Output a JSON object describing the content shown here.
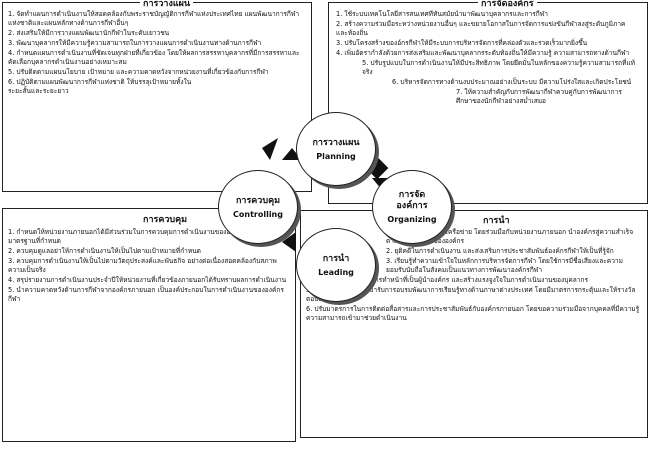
{
  "planning_box": {
    "title": "การวางแผน",
    "items": [
      "1. จัดทำแผนการดำเนินงานให้สอดคล้องกับพระราชบัญญัติการกีฬาแห่งประเทศไทย แผนพัฒนาการกีฬาแห่งชาติและแผนหลักทางด้านการกีฬาอื่นๆ",
      "2. ส่งเสริมให้มีการวางแผนพัฒนานักกีฬาในระดับเยาวชน",
      "3. พัฒนาบุคลากรให้มีความรู้ความสามารถในการวางแผนการดำเนินงานทางด้านการกีฬา",
      "4. กำหนดแผนการดำเนินงานที่ชัดเจนทุกฝ่ายที่เกี่ยวข้อง โดยให้ผลการสรรหาบุคลากรที่มีการสรรหาและคัดเลือกบุคลากรดำเนินงานอย่างเหมาะสม",
      "5. ปรับติดตามแผนนโยบาย เป้าหมาย และความคาดหวังจากหน่วยงานที่เกี่ยวข้องกับการกีฬา",
      "6. ปฏิบัติตามแผนพัฒนาการกีฬาแห่งชาติ ให้บรรลุเป้าหมายทั้งในระยะสั้นและระยะยาว"
    ]
  },
  "organizing_box": {
    "title": "การจัดองค์กร",
    "items": [
      "1. ใช้ระบบเทคโนโลยีสารสนเทศที่ทันสมัยนำมาพัฒนาบุคลากรและการกีฬา",
      "2. สร้างความร่วมมือระหว่างหน่วยงานอื่นๆ และขยายโอกาสในการจัดการแข่งขันกีฬาลงสู่ระดับภูมิภาคและท้องถิ่น",
      "3. ปรับโครงสร้างของอ์กรกีฬาให้มีระบบการบริหารจัดการที่คล่องตัวและรวดเร็วมากยิ่งขึ้น",
      "4. เพิ่มอัตรากำลังด้วยการส่งเสริมและพัฒนาบุคลากรระดับท้องถิ่นให้มีความรู้ ความสามารถทางด้านกีฬา",
      "5. ปรับรูปแบบในการดำเนินงานให้มีประสิทธิภาพ โดยยึดมั่นในหลักของความรู้ความสามารถที่แท้จริง",
      "6. บริหารจัดการทางด้านงบประมาณอย่างเป็นระบบ มีความโปร่งใสและเกิดประโยชน์",
      "7. ให้ความสำคัญกับการพัฒนากีฬาควบคู่กับการพัฒนาการศึกษาของนักกีฬาอย่างสม่ำเสมอ"
    ]
  },
  "controlling_box": {
    "title": "การควบคุม",
    "items": [
      "1. กำหนดให้หน่วยงานภายนอกได้มีส่วนร่วมในการควบคุมการดำเนินงานขององค์กร ตามเกณฑ์และมาตรฐานที่กำหนด",
      "2. ควบคุมดูแลอย่าให้การดำเนินงานให้เป็นไปตามเป้าหมายที่กำหนด",
      "3. ควบคุมการดำเนินงานให้เป็นไปตามวัตถุประสงค์และพันธกิจ อย่างต่อเนื่องสอดคล้องกับสภาพความเป็นจริง",
      "4. สรุปรายงานการดำเนินงานประจำปีให้หน่วยงานที่เกี่ยวข้องภายนอกได้รับทราบผลการดำเนินงาน",
      "5. นำความคาดหวังด้านการกีฬาจากองค์กรภายนอก เป็นองค์ประกอบในการดำเนินงานขององค์กรกีฬา"
    ]
  },
  "leading_box": {
    "title": "การนำ",
    "items": [
      "1. สร้างพันธมิตรและเครือข่าย โดยร่วมมือกับหน่วยงานภายนอก นำองค์กรสู่ความสำเร็จตามวัตถุประสงค์ขององค์กร",
      "2. ยุติคดีในการดำเนินงาน และส่งเสริมการประชาสัมพันธ์องค์กรกีฬาให้เป็นที่รู้จัก",
      "3. เรียนรู้ทำความเข้าใจในหลักการบริหารจัดการกีฬา โดยใช้การมีชื่อเสียงและความยอมรับนับถือในสังคมเป็นแนวทางการพัฒนาองค์กรกีฬา",
      "4. มีบทบาทที่ชัดเจนในการทำหน้าที่เป็นผู้นำองค์กร และสร้างแรงจูงใจในการดำเนินงานของบุคลากร",
      "5. กำหนดให้บุคลากรเข้ารับการอบรมพัฒนาการเรียนรู้ทางด้านภาษาต่างประเทศ โดยมีมาตรการกระตุ้นและให้รางวัลตอบแทน",
      "6. ปรับมาตรการในการติดต่อสื่อสารและการประชาสัมพันธ์กับองค์กรภายนอก โดยขอความร่วมมือจากบุคคลที่มีความรู้ความสามารถเข้ามาช่วยดำเนินงาน"
    ]
  },
  "nodes": {
    "planning": {
      "th": "การวางแผน",
      "en": "Planning"
    },
    "organizing": {
      "th": "การจัด องค์การ",
      "en": "Organizing"
    },
    "leading": {
      "th": "การนำ",
      "en": "Leading"
    },
    "controlling": {
      "th": "การควบคุม",
      "en": "Controlling"
    }
  }
}
